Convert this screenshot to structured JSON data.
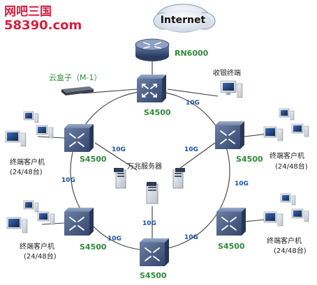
{
  "logo": {
    "top": "网吧三国",
    "bottom": "58390.com"
  },
  "cloud": {
    "label": "Internet"
  },
  "router": {
    "label": "RN6000"
  },
  "yunhezi": {
    "label": "云盒子（M-1）"
  },
  "cashier": {
    "label": "收银终端"
  },
  "server_group": {
    "label": "万兆服务器"
  },
  "switches": {
    "top": "S4500",
    "upper_left": "S4500",
    "upper_right": "S4500",
    "lower_left": "S4500",
    "lower_right": "S4500",
    "bottom": "S4500"
  },
  "links": {
    "ring_top_right": "10G",
    "ring_left": "10G",
    "ring_right": "10G",
    "ring_bottom_left": "10G",
    "ring_bottom_right": "10G",
    "spoke_upper_left": "10G",
    "spoke_upper_right": "10G",
    "spoke_bottom": "10G"
  },
  "clients": {
    "upper_left": {
      "title": "终端客户机",
      "count": "(24/48台)"
    },
    "upper_right": {
      "title": "终端客户机",
      "count": "(24/48台)"
    },
    "lower_left": {
      "title": "终端客户机",
      "count": "(24/48台)"
    },
    "lower_right": {
      "title": "终端客户机",
      "count": "(24/48台)"
    }
  },
  "colors": {
    "switch_face": "#4a5f86",
    "switch_dark": "#2c3b5a",
    "label_green": "#2e8b3a",
    "label_blue": "#1a4fa0",
    "logo_red": "#d81e3e",
    "logo_blue": "#2766c4",
    "link_line": "#3b3b3b"
  }
}
